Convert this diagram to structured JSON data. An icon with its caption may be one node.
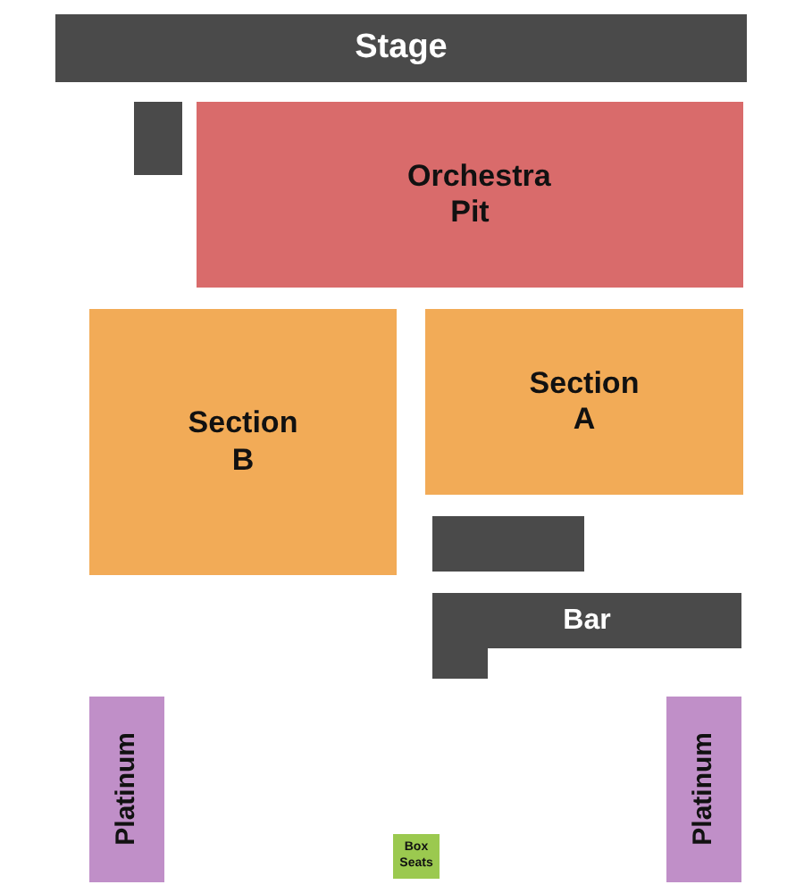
{
  "diagram": {
    "nodes": [
      {
        "text": [
          "Stage"
        ]
      },
      {
        "text": [],
        "shape": "box"
      },
      {
        "text": [
          "Orchestra Pit"
        ]
      },
      {
        "text": [
          "Section B"
        ]
      },
      {
        "text": [
          "Section A"
        ]
      },
      {
        "text": [],
        "shape": "box"
      },
      {
        "text": [
          "Bar"
        ]
      },
      {
        "text": [
          "Platinum"
        ]
      },
      {
        "text": [
          "Platinum"
        ]
      },
      {
        "text": [
          "Box Seats"
        ]
      }
    ]
  }
}
